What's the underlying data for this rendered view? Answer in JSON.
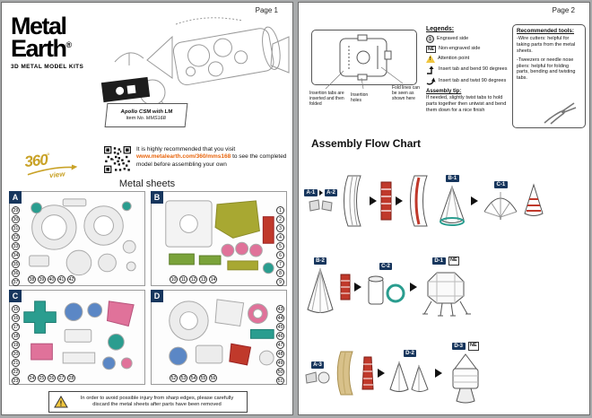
{
  "colors": {
    "navy": "#17365d",
    "gold": "#c9a227",
    "url_orange": "#e8650d",
    "red": "#c0392b",
    "teal": "#2a9d8f",
    "olive": "#a8a832",
    "pink": "#e0729a",
    "blue": "#5b87c5",
    "green": "#7aa33a"
  },
  "page1": {
    "page_label": "Page 1",
    "brand": {
      "line1": "Metal",
      "line2": "Earth",
      "reg": "®",
      "subtitle": "3D METAL MODEL KITS"
    },
    "product": {
      "name": "Apollo CSM with LM",
      "item_no": "Item No. MMS168"
    },
    "view360": {
      "number": "360",
      "degree": "°",
      "view": "view"
    },
    "recommendation": {
      "intro": "It is highly recommended that you visit",
      "url": "www.metalearth.com/360/mms168",
      "outro": "to see the completed model before assembling your own"
    },
    "metal_sheets_title": "Metal sheets",
    "sheets": {
      "a": {
        "label": "A",
        "left": [
          "29",
          "30",
          "31",
          "32",
          "33",
          "34",
          "35",
          "36",
          "37"
        ],
        "bottom": [
          "38",
          "39",
          "40",
          "41",
          "42"
        ]
      },
      "b": {
        "label": "B",
        "right": [
          "1",
          "2",
          "3",
          "4",
          "5",
          "6",
          "7",
          "8",
          "9"
        ],
        "bottom": [
          "10",
          "11",
          "12",
          "13",
          "14"
        ]
      },
      "c": {
        "label": "C",
        "left": [
          "15",
          "16",
          "17",
          "18",
          "19",
          "20",
          "21",
          "22",
          "23"
        ],
        "bottom": [
          "24",
          "25",
          "26",
          "27",
          "28"
        ]
      },
      "d": {
        "label": "D",
        "right": [
          "43",
          "44",
          "45",
          "46",
          "47",
          "48",
          "49",
          "50",
          "51"
        ],
        "bottom": [
          "52",
          "53",
          "54",
          "55",
          "56"
        ]
      }
    },
    "warning_icon": "!",
    "warning_text": "In order to avoid possible injury from sharp edges, please carefully discard the metal sheets after parts have been removed"
  },
  "page2": {
    "page_label": "Page 2",
    "legend": {
      "captions": {
        "insertion_tabs": "Insertion tabs are inserted and then folded",
        "insertion_holes": "Insertion holes",
        "fold_lines": "Fold lines can be seen as shown here"
      },
      "title": "Legends:",
      "engraved": {
        "icon": "1",
        "label": "Engraved side"
      },
      "non_engraved": {
        "icon": "NE",
        "label": "Non-engraved side"
      },
      "attention": {
        "icon": "!",
        "label": "Attention point"
      },
      "bend_label": "Insert tab and bend 90 degrees",
      "twist_label": "Insert tab and twist 90 degrees",
      "tip_title": "Assembly tip:",
      "tip_text": "If needed, slightly twist tabs to hold parts together then untwist and bend them down for a nice finish"
    },
    "tools": {
      "title": "Recommended tools:",
      "item1": "-Wire cutters: helpful for taking parts from the metal sheets.",
      "item2": "-Tweezers or needle nose pliers: helpful for folding parts, bending and twisting tabs."
    },
    "flow": {
      "title": "Assembly Flow Chart",
      "ne": "NE",
      "rows": [
        {
          "badges": [
            "A-1",
            "A-2",
            "B-1",
            "C-1"
          ]
        },
        {
          "badges": [
            "B-2",
            "C-2",
            "D-1"
          ]
        },
        {
          "badges": [
            "A-3",
            "D-2",
            "D-3"
          ]
        }
      ]
    }
  }
}
